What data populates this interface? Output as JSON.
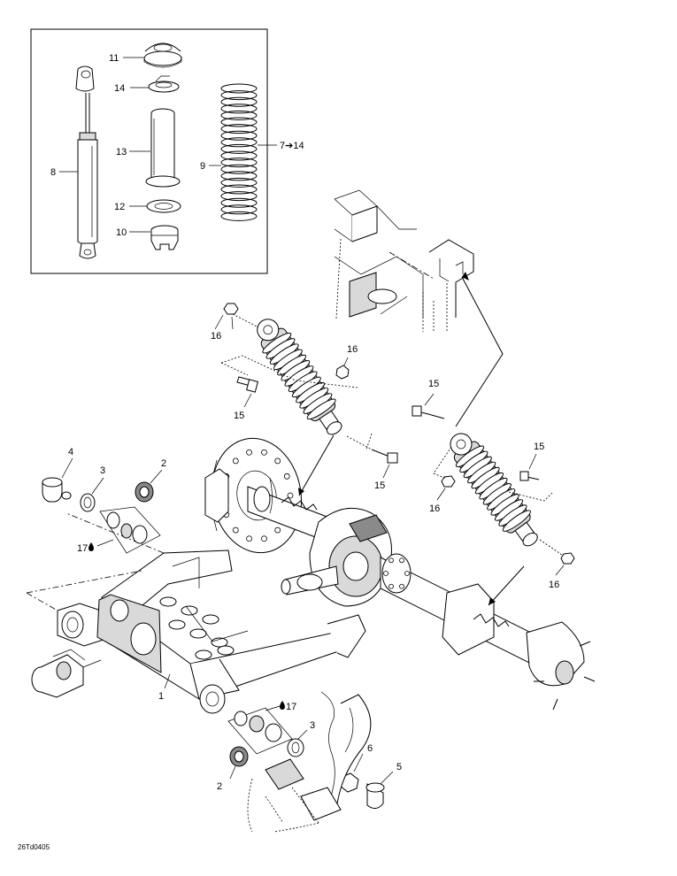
{
  "callouts": {
    "c1": "1",
    "c2a": "2",
    "c2b": "2",
    "c3a": "3",
    "c3b": "3",
    "c4": "4",
    "c5": "5",
    "c6": "6",
    "c7to14": "7➔14",
    "c8": "8",
    "c9": "9",
    "c10": "10",
    "c11": "11",
    "c12": "12",
    "c13": "13",
    "c14": "14",
    "c15a": "15",
    "c15b": "15",
    "c15c": "15",
    "c15d": "15",
    "c16a": "16",
    "c16b": "16",
    "c16c": "16",
    "c16d": "16",
    "c17a": "17",
    "c17b": "17"
  },
  "figure_code": "26Td0405",
  "colors": {
    "line": "#000000",
    "background": "#ffffff",
    "shade": "#d9d9d9"
  }
}
